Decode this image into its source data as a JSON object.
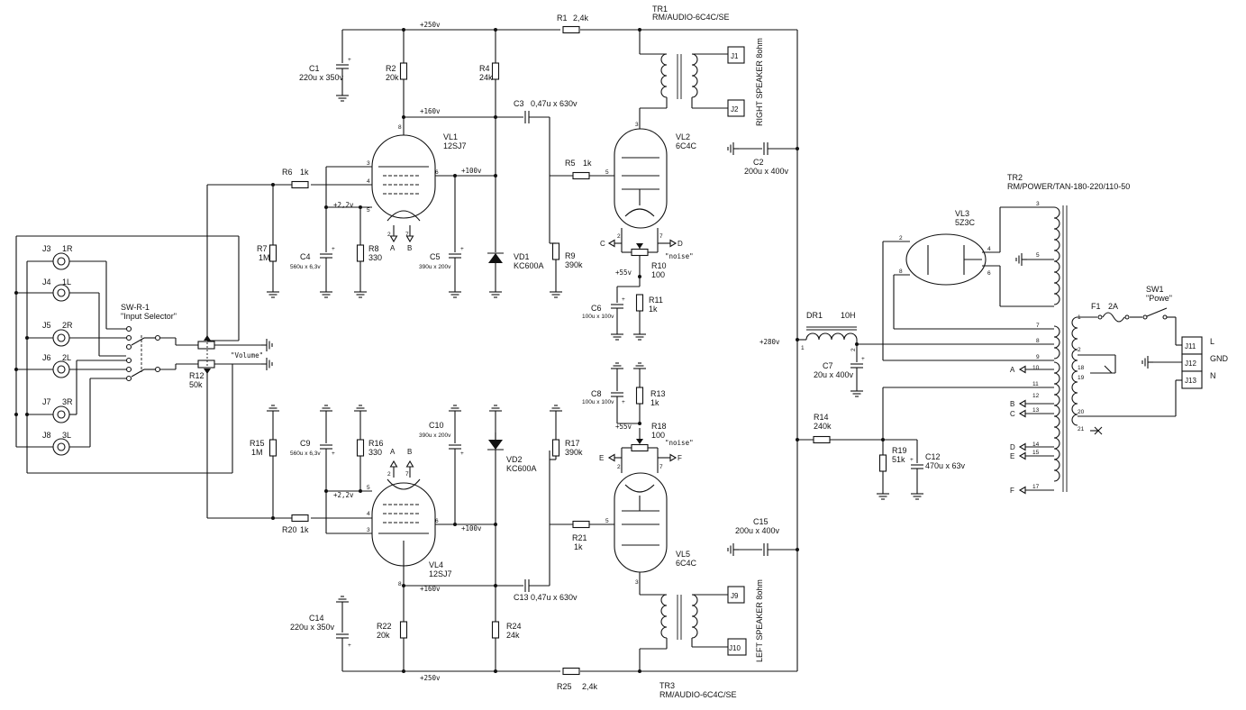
{
  "components": {
    "r1": {
      "ref": "R1",
      "value": "2,4k"
    },
    "r2": {
      "ref": "R2",
      "value": "20k"
    },
    "r4": {
      "ref": "R4",
      "value": "24k"
    },
    "r5": {
      "ref": "R5",
      "value": "1k"
    },
    "r6": {
      "ref": "R6",
      "value": "1k"
    },
    "r7": {
      "ref": "R7",
      "value": "1M"
    },
    "r8": {
      "ref": "R8",
      "value": "330"
    },
    "r9": {
      "ref": "R9",
      "value": "390k"
    },
    "r10": {
      "ref": "R10",
      "value": "100"
    },
    "r11": {
      "ref": "R11",
      "value": "1k"
    },
    "r12": {
      "ref": "R12",
      "value": "50k"
    },
    "r13": {
      "ref": "R13",
      "value": "1k"
    },
    "r14": {
      "ref": "R14",
      "value": "240k"
    },
    "r15": {
      "ref": "R15",
      "value": "1M"
    },
    "r16": {
      "ref": "R16",
      "value": "330"
    },
    "r17": {
      "ref": "R17",
      "value": "390k"
    },
    "r18": {
      "ref": "R18",
      "value": "100"
    },
    "r19": {
      "ref": "R19",
      "value": "51k"
    },
    "r20": {
      "ref": "R20",
      "value": "1k"
    },
    "r21": {
      "ref": "R21",
      "value": "1k"
    },
    "r22": {
      "ref": "R22",
      "value": "20k"
    },
    "r24": {
      "ref": "R24",
      "value": "24k"
    },
    "r25": {
      "ref": "R25",
      "value": "2,4k"
    },
    "c1": {
      "ref": "C1",
      "value": "220u x 350v"
    },
    "c2": {
      "ref": "C2",
      "value": "200u x 400v"
    },
    "c3": {
      "ref": "C3",
      "value": "0,47u x 630v"
    },
    "c4": {
      "ref": "C4",
      "value": "560u x 6,3v"
    },
    "c5": {
      "ref": "C5",
      "value": "390u x 200v"
    },
    "c6": {
      "ref": "C6",
      "value": "100u x 100v"
    },
    "c7": {
      "ref": "C7",
      "value": "20u x 400v"
    },
    "c8": {
      "ref": "C8",
      "value": "100u x 100v"
    },
    "c9": {
      "ref": "C9",
      "value": "560u x 6,3v"
    },
    "c10": {
      "ref": "C10",
      "value": "390u x 200v"
    },
    "c12": {
      "ref": "C12",
      "value": "470u x 63v"
    },
    "c13": {
      "ref": "C13",
      "value": "0,47u x 630v"
    },
    "c14": {
      "ref": "C14",
      "value": "220u x 350v"
    },
    "c15": {
      "ref": "C15",
      "value": "200u x 400v"
    },
    "vl1": {
      "ref": "VL1",
      "value": "12SJ7"
    },
    "vl2": {
      "ref": "VL2",
      "value": "6C4C"
    },
    "vl3": {
      "ref": "VL3",
      "value": "5Z3C"
    },
    "vl4": {
      "ref": "VL4",
      "value": "12SJ7"
    },
    "vl5": {
      "ref": "VL5",
      "value": "6C4C"
    },
    "vd1": {
      "ref": "VD1",
      "value": "KC600A"
    },
    "vd2": {
      "ref": "VD2",
      "value": "KC600A"
    },
    "tr1": {
      "ref": "TR1",
      "value": "RM/AUDIO-6C4C/SE"
    },
    "tr2": {
      "ref": "TR2",
      "value": "RM/POWER/TAN-180-220/110-50"
    },
    "tr3": {
      "ref": "TR3",
      "value": "RM/AUDIO-6C4C/SE"
    },
    "dr1": {
      "ref": "DR1",
      "value": "10H"
    },
    "f1": {
      "ref": "F1",
      "value": "2A"
    },
    "sw1": {
      "ref": "SW1",
      "value": "\"Powe\""
    },
    "swr1": {
      "ref": "SW-R-1",
      "value": "\"Input Selector\""
    }
  },
  "jacks": [
    {
      "ref": "J3",
      "ch": "1R"
    },
    {
      "ref": "J4",
      "ch": "1L"
    },
    {
      "ref": "J5",
      "ch": "2R"
    },
    {
      "ref": "J6",
      "ch": "2L"
    },
    {
      "ref": "J7",
      "ch": "3R"
    },
    {
      "ref": "J8",
      "ch": "3L"
    }
  ],
  "terminals": {
    "j1": "J1",
    "j2": "J2",
    "j9": "J9",
    "j10": "J10",
    "j11": "J11",
    "j12": "J12",
    "j13": "J13"
  },
  "mains": {
    "l": "L",
    "gnd": "GND",
    "n": "N"
  },
  "speakers": {
    "right": "RIGHT SPEAKER 8ohm",
    "left": "LEFT SPEAKER 8ohm"
  },
  "voltages": {
    "v250": "+250v",
    "v160": "+160v",
    "v100": "+100v",
    "v2_2": "+2,2v",
    "v55": "+55v",
    "v280": "+280v"
  },
  "notes": {
    "volume": "\"Volume\"",
    "noise": "\"noise\""
  },
  "nodes": {
    "a": "A",
    "b": "B",
    "c": "C",
    "d": "D",
    "e": "E",
    "f": "F"
  },
  "tr2_pins": [
    "3",
    "4",
    "5",
    "6",
    "7",
    "8",
    "9",
    "10",
    "11",
    "12",
    "13",
    "14",
    "15",
    "17",
    "18",
    "19",
    "20",
    "21",
    "1",
    "2"
  ]
}
